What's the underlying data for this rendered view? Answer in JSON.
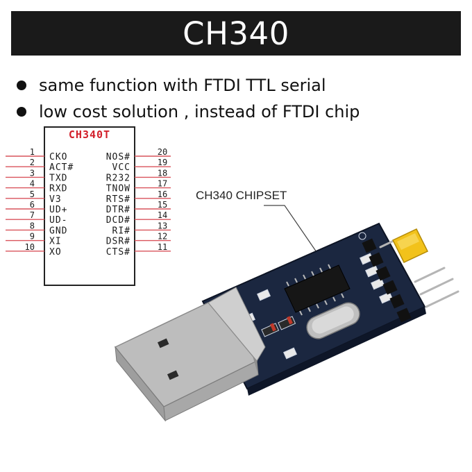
{
  "banner": {
    "title": "CH340"
  },
  "features": [
    "same function with FTDI TTL serial",
    "low cost solution , instead of FTDI chip"
  ],
  "pinout": {
    "chip_name": "CH340T",
    "left_pins": [
      {
        "num": "1",
        "name": "CKO"
      },
      {
        "num": "2",
        "name": "ACT#"
      },
      {
        "num": "3",
        "name": "TXD"
      },
      {
        "num": "4",
        "name": "RXD"
      },
      {
        "num": "5",
        "name": "V3"
      },
      {
        "num": "6",
        "name": "UD+"
      },
      {
        "num": "7",
        "name": "UD-"
      },
      {
        "num": "8",
        "name": "GND"
      },
      {
        "num": "9",
        "name": "XI"
      },
      {
        "num": "10",
        "name": "XO"
      }
    ],
    "right_pins": [
      {
        "num": "20",
        "name": "NOS#"
      },
      {
        "num": "19",
        "name": "VCC"
      },
      {
        "num": "18",
        "name": "R232"
      },
      {
        "num": "17",
        "name": "TNOW"
      },
      {
        "num": "16",
        "name": "RTS#"
      },
      {
        "num": "15",
        "name": "DTR#"
      },
      {
        "num": "14",
        "name": "DCD#"
      },
      {
        "num": "13",
        "name": "RI#"
      },
      {
        "num": "12",
        "name": "DSR#"
      },
      {
        "num": "11",
        "name": "CTS#"
      }
    ]
  },
  "callout": {
    "label": "CH340 CHIPSET"
  },
  "colors": {
    "banner_bg": "#1a1a1a",
    "chip_name": "#d21f2a",
    "pin_line": "#d9535b",
    "pcb": "#1b2740",
    "usb_metal": "#c9c9c9",
    "jumper": "#f2c21b"
  }
}
